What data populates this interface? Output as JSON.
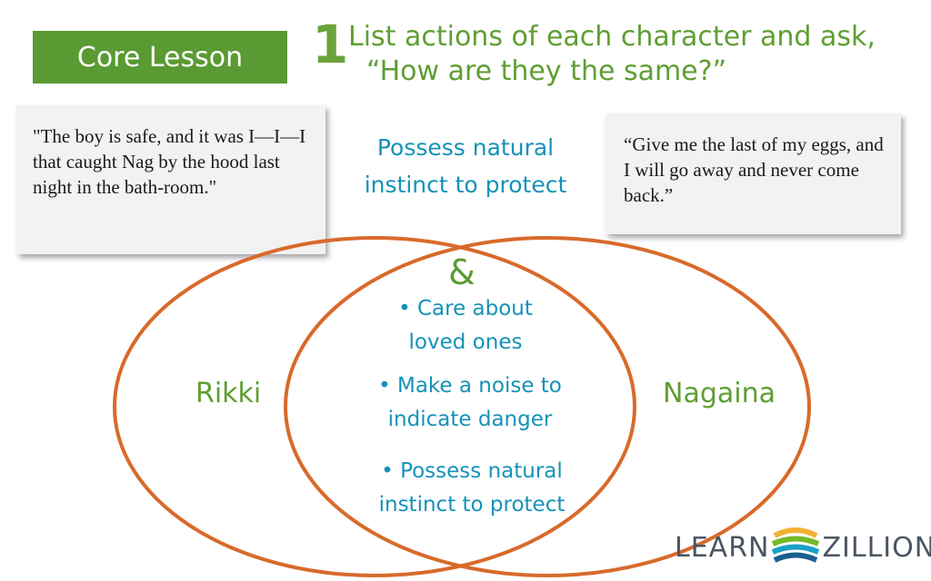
{
  "banner": {
    "label": "Core Lesson"
  },
  "step": {
    "number": "1",
    "line1": "List actions of each character and ask,",
    "line2": "“How are they the same?”"
  },
  "quotes": {
    "rikki": "\"The boy is safe, and it was I—I—I that caught Nag by the hood last night in the bath-room.\"",
    "nagaina": "“Give me the last of my eggs, and I will go away and never come back.”"
  },
  "top_shared": {
    "line1": "Possess natural",
    "line2": "instinct to protect"
  },
  "venn": {
    "ampersand": "&",
    "left_label": "Rikki",
    "right_label": "Nagaina",
    "outline_color": "#d86a2b",
    "shared": [
      {
        "line1": "• Care about",
        "line2": "loved ones"
      },
      {
        "line1": "•  Make a noise to",
        "line2": "indicate danger"
      },
      {
        "line1": "• Possess natural",
        "line2": "instinct to protect"
      }
    ]
  },
  "logo": {
    "left": "LEARN",
    "right": "ZILLION",
    "icon": "stripes-logo-icon"
  }
}
